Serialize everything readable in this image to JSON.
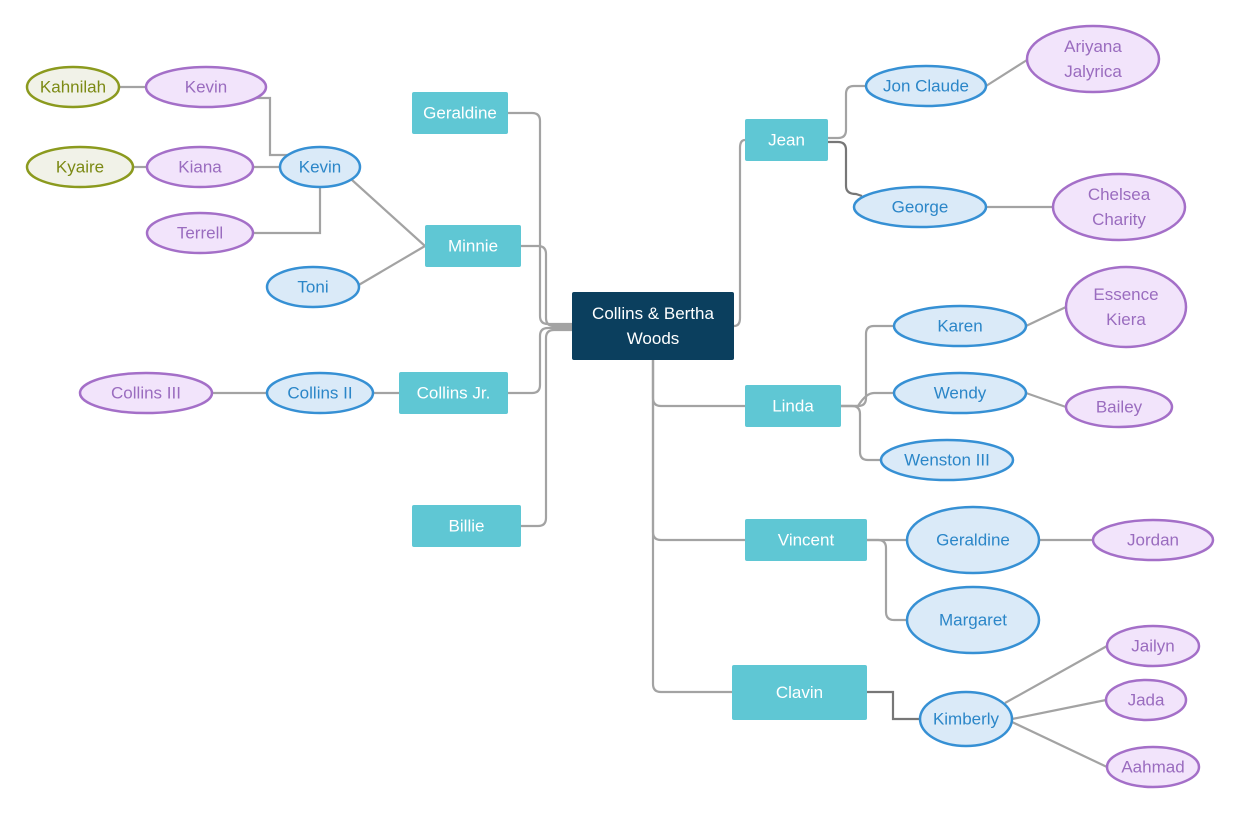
{
  "title": "Collins & Bertha Woods family tree",
  "colors": {
    "root_fill": "#0b3f5e",
    "root_text": "#ffffff",
    "child_fill": "#5fc7d4",
    "child_text": "#ffffff",
    "grandchild_fill": "#daeaf8",
    "grandchild_stroke": "#3690d4",
    "grandchild_text": "#2b86c8",
    "great_fill": "#f2e4fb",
    "great_stroke": "#a46fc8",
    "great_text": "#9a6cbf",
    "gg_fill": "#f1f2e8",
    "gg_stroke": "#8b9a1e",
    "gg_text": "#7c8a14",
    "edge": "#a3a3a3"
  },
  "nodes": [
    {
      "id": "root",
      "label": [
        "Collins & Bertha",
        "Woods"
      ],
      "level": "root"
    },
    {
      "id": "geraldine-c",
      "label": [
        "Geraldine"
      ],
      "level": "child"
    },
    {
      "id": "minnie",
      "label": [
        "Minnie"
      ],
      "level": "child"
    },
    {
      "id": "collins-jr",
      "label": [
        "Collins Jr."
      ],
      "level": "child"
    },
    {
      "id": "billie",
      "label": [
        "Billie"
      ],
      "level": "child"
    },
    {
      "id": "jean",
      "label": [
        "Jean"
      ],
      "level": "child"
    },
    {
      "id": "linda",
      "label": [
        "Linda"
      ],
      "level": "child"
    },
    {
      "id": "vincent",
      "label": [
        "Vincent"
      ],
      "level": "child"
    },
    {
      "id": "clavin",
      "label": [
        "Clavin"
      ],
      "level": "child"
    },
    {
      "id": "kevin-gc",
      "label": [
        "Kevin"
      ],
      "level": "grandchild"
    },
    {
      "id": "toni",
      "label": [
        "Toni"
      ],
      "level": "grandchild"
    },
    {
      "id": "collins-ii",
      "label": [
        "Collins II"
      ],
      "level": "grandchild"
    },
    {
      "id": "jon-claude",
      "label": [
        "Jon Claude"
      ],
      "level": "grandchild"
    },
    {
      "id": "george",
      "label": [
        "George"
      ],
      "level": "grandchild"
    },
    {
      "id": "karen",
      "label": [
        "Karen"
      ],
      "level": "grandchild"
    },
    {
      "id": "wendy",
      "label": [
        "Wendy"
      ],
      "level": "grandchild"
    },
    {
      "id": "wenston-iii",
      "label": [
        "Wenston III"
      ],
      "level": "grandchild"
    },
    {
      "id": "geraldine-gc",
      "label": [
        "Geraldine"
      ],
      "level": "grandchild"
    },
    {
      "id": "margaret",
      "label": [
        "Margaret"
      ],
      "level": "grandchild"
    },
    {
      "id": "kimberly",
      "label": [
        "Kimberly"
      ],
      "level": "grandchild"
    },
    {
      "id": "kevin-ggc",
      "label": [
        "Kevin"
      ],
      "level": "great"
    },
    {
      "id": "kiana",
      "label": [
        "Kiana"
      ],
      "level": "great"
    },
    {
      "id": "terrell",
      "label": [
        "Terrell"
      ],
      "level": "great"
    },
    {
      "id": "collins-iii",
      "label": [
        "Collins III"
      ],
      "level": "great"
    },
    {
      "id": "ariyana",
      "label": [
        "Ariyana",
        "Jalyrica"
      ],
      "level": "great"
    },
    {
      "id": "chelsea",
      "label": [
        "Chelsea",
        "Charity"
      ],
      "level": "great"
    },
    {
      "id": "essence",
      "label": [
        "Essence",
        "Kiera"
      ],
      "level": "great"
    },
    {
      "id": "bailey",
      "label": [
        "Bailey"
      ],
      "level": "great"
    },
    {
      "id": "jordan",
      "label": [
        "Jordan"
      ],
      "level": "great"
    },
    {
      "id": "jailyn",
      "label": [
        "Jailyn"
      ],
      "level": "great"
    },
    {
      "id": "jada",
      "label": [
        "Jada"
      ],
      "level": "great"
    },
    {
      "id": "aahmad",
      "label": [
        "Aahmad"
      ],
      "level": "great"
    },
    {
      "id": "kahnilah",
      "label": [
        "Kahnilah"
      ],
      "level": "gg"
    },
    {
      "id": "kyaire",
      "label": [
        "Kyaire"
      ],
      "level": "gg"
    }
  ],
  "edges": [
    [
      "root",
      "geraldine-c"
    ],
    [
      "root",
      "minnie"
    ],
    [
      "root",
      "collins-jr"
    ],
    [
      "root",
      "billie"
    ],
    [
      "root",
      "jean"
    ],
    [
      "root",
      "linda"
    ],
    [
      "root",
      "vincent"
    ],
    [
      "root",
      "clavin"
    ],
    [
      "minnie",
      "kevin-gc"
    ],
    [
      "minnie",
      "toni"
    ],
    [
      "kevin-gc",
      "kevin-ggc"
    ],
    [
      "kevin-gc",
      "kiana"
    ],
    [
      "kevin-gc",
      "terrell"
    ],
    [
      "kevin-ggc",
      "kahnilah"
    ],
    [
      "kiana",
      "kyaire"
    ],
    [
      "collins-jr",
      "collins-ii"
    ],
    [
      "collins-ii",
      "collins-iii"
    ],
    [
      "jean",
      "jon-claude"
    ],
    [
      "jean",
      "george"
    ],
    [
      "jon-claude",
      "ariyana"
    ],
    [
      "george",
      "chelsea"
    ],
    [
      "linda",
      "karen"
    ],
    [
      "linda",
      "wendy"
    ],
    [
      "linda",
      "wenston-iii"
    ],
    [
      "karen",
      "essence"
    ],
    [
      "wendy",
      "bailey"
    ],
    [
      "vincent",
      "geraldine-gc"
    ],
    [
      "vincent",
      "margaret"
    ],
    [
      "geraldine-gc",
      "jordan"
    ],
    [
      "clavin",
      "kimberly"
    ],
    [
      "kimberly",
      "jailyn"
    ],
    [
      "kimberly",
      "jada"
    ],
    [
      "kimberly",
      "aahmad"
    ]
  ]
}
